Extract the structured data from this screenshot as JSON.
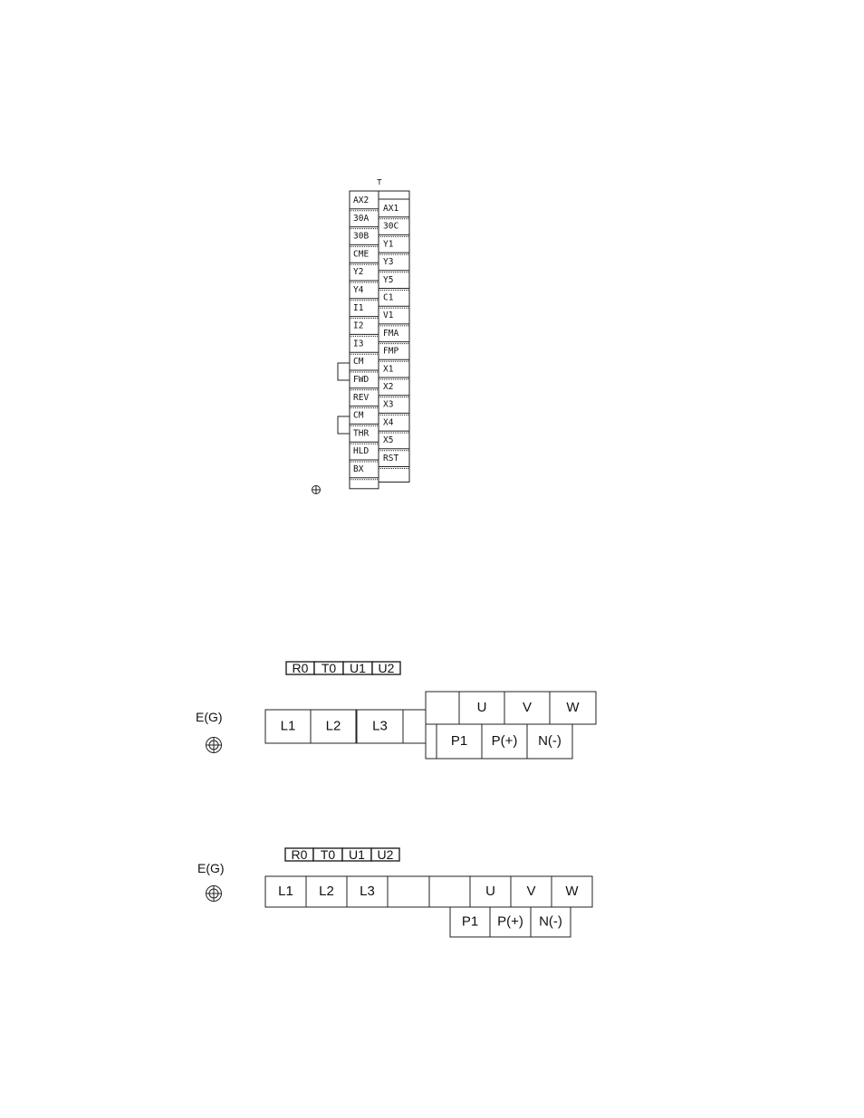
{
  "control_terminal": {
    "marker": "⊤",
    "left_column": [
      "AX2",
      "30A",
      "30B",
      "CME",
      "Y2",
      "Y4",
      "I1",
      "I2",
      "I3",
      "CM",
      "FWD",
      "REV",
      "CM",
      "THR",
      "HLD",
      "BX"
    ],
    "right_column": [
      "AX1",
      "30C",
      "Y1",
      "Y3",
      "Y5",
      "C1",
      "V1",
      "FMA",
      "FMP",
      "X1",
      "X2",
      "X3",
      "X4",
      "X5",
      "RST"
    ]
  },
  "main_terminal_a": {
    "aux_labels": [
      "R0",
      "T0",
      "U1",
      "U2"
    ],
    "ground_label": "E(G)",
    "input_labels": [
      "L1",
      "L2",
      "L3"
    ],
    "output_labels": [
      "U",
      "V",
      "W"
    ],
    "dc_labels": [
      "P1",
      "P(+)",
      "N(-)"
    ]
  },
  "main_terminal_b": {
    "aux_labels": [
      "R0",
      "T0",
      "U1",
      "U2"
    ],
    "ground_label": "E(G)",
    "input_labels": [
      "L1",
      "L2",
      "L3"
    ],
    "output_labels": [
      "U",
      "V",
      "W"
    ],
    "dc_labels": [
      "P1",
      "P(+)",
      "N(-)"
    ]
  }
}
